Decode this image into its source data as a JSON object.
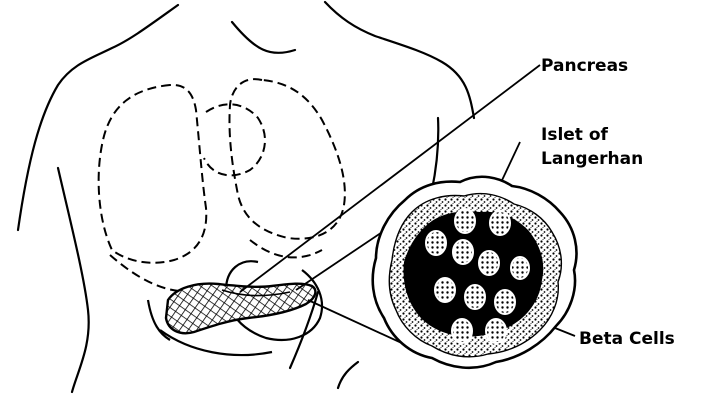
{
  "diagram": {
    "labels": {
      "pancreas": "Pancreas",
      "islet_line1": "Islet of",
      "islet_line2": "Langerhan",
      "beta_cells": "Beta Cells"
    },
    "beta_cell_count": 11
  }
}
